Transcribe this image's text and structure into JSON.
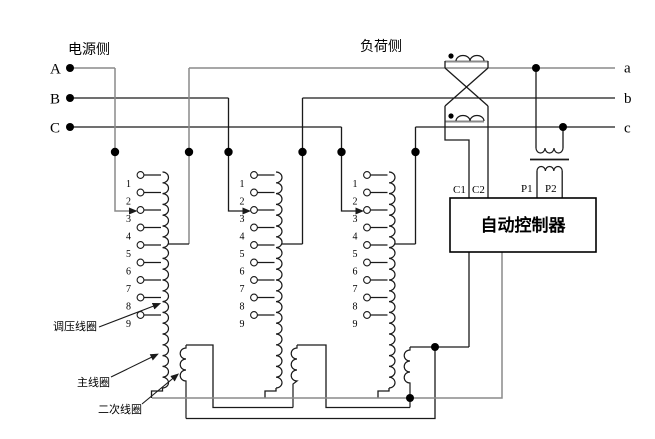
{
  "title_labels": {
    "source_side": "电源侧",
    "load_side": "负荷侧"
  },
  "phases": {
    "source": [
      "A",
      "B",
      "C"
    ],
    "load": [
      "a",
      "b",
      "c"
    ]
  },
  "taps": [
    "1",
    "2",
    "3",
    "4",
    "5",
    "6",
    "7",
    "8",
    "9"
  ],
  "controller": {
    "label": "自动控制器",
    "terminals": {
      "c1": "C1",
      "c2": "C2",
      "p1": "P1",
      "p2": "P2"
    }
  },
  "coil_labels": {
    "regulating": "调压线圈",
    "main": "主线圈",
    "secondary": "二次线圈"
  },
  "colors": {
    "wire": "#1a1a1a",
    "wire_gray": "#8a8a8a",
    "background": "#ffffff",
    "text": "#000000"
  }
}
